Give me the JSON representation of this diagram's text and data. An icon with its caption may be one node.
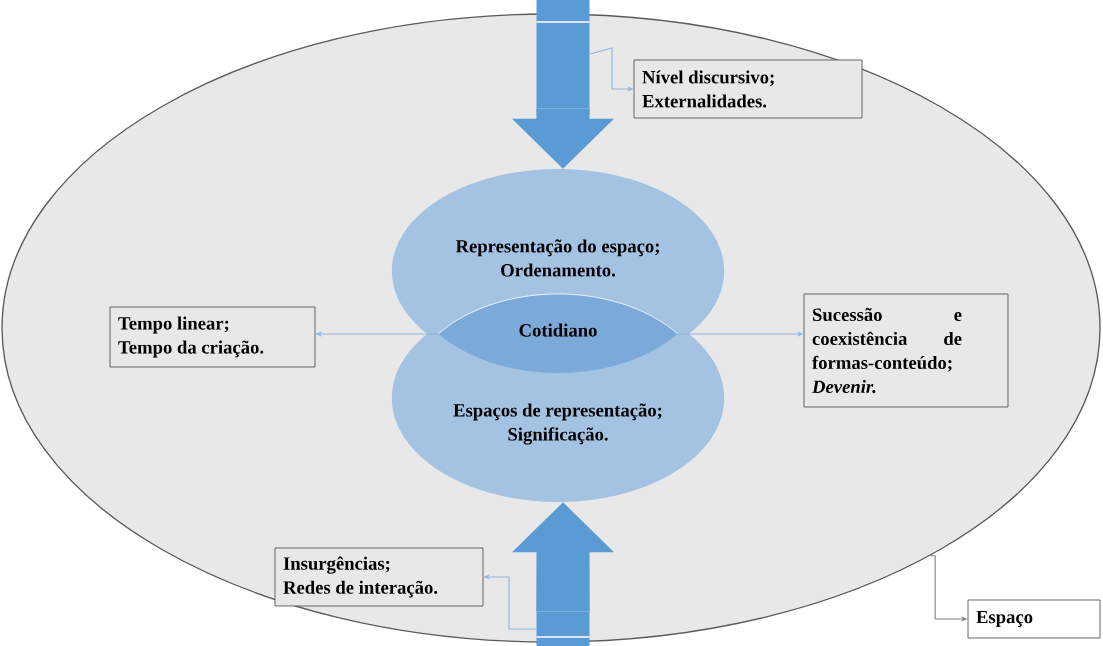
{
  "diagram": {
    "nodes": [
      {
        "text": [],
        "shape": "ellipse"
      },
      {
        "text": [
          "Representação do espaço; Ordenamento."
        ],
        "in": 0
      },
      {
        "text": [
          "Espaços de representação; Significação."
        ],
        "in": 0
      },
      {
        "text": [
          "Cotidiano"
        ]
      },
      {
        "text": [],
        "shape": "bar"
      },
      {
        "text": [
          "Nível discursivo; Externalidades."
        ],
        "in": 0
      },
      {
        "text": [
          "Tempo linear; Tempo da criação."
        ],
        "in": 0
      },
      {
        "text": [
          "Sucessão e coexistência de formas-conteúdo; *Devenir.*"
        ],
        "in": 0
      },
      {
        "text": [],
        "shape": "bar"
      },
      {
        "text": [
          "Insurgências; Redes de interação."
        ],
        "in": 0
      },
      {
        "text": [
          "Espaço"
        ]
      }
    ],
    "edges": [
      {
        "from": 4,
        "to": 1,
        "arrow": "to",
        "style": "thick",
        "color": "#5b9bd5"
      },
      {
        "from": 4,
        "to": 5,
        "arrow": "to"
      },
      {
        "from": 3,
        "to": 6,
        "arrow": "to"
      },
      {
        "from": 3,
        "to": 7,
        "arrow": "to"
      },
      {
        "from": 8,
        "to": 2,
        "arrow": "to",
        "style": "thick",
        "color": "#5b9bd5"
      },
      {
        "from": 8,
        "to": 9,
        "arrow": "to"
      },
      {
        "from": 0,
        "to": 10,
        "arrow": "to",
        "color": "#7f7f7f"
      }
    ]
  }
}
